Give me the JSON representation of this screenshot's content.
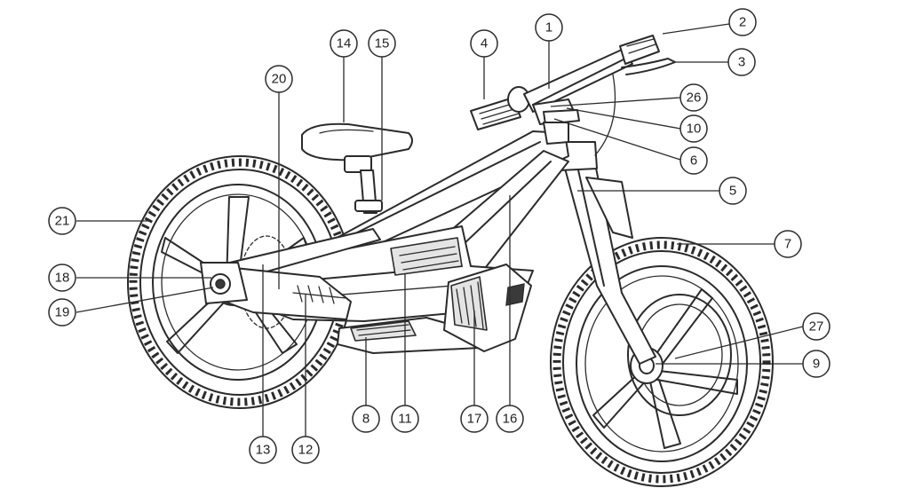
{
  "callouts": [
    {
      "id": "c1",
      "label": "1",
      "part": "handlebar"
    },
    {
      "id": "c2",
      "label": "2",
      "part": "right-grip"
    },
    {
      "id": "c3",
      "label": "3",
      "part": "brake-lever"
    },
    {
      "id": "c4",
      "label": "4",
      "part": "left-grip"
    },
    {
      "id": "c5",
      "label": "5",
      "part": "front-fork"
    },
    {
      "id": "c6",
      "label": "6",
      "part": "headset"
    },
    {
      "id": "c7",
      "label": "7",
      "part": "front-tire"
    },
    {
      "id": "c8",
      "label": "8",
      "part": "footpeg"
    },
    {
      "id": "c9",
      "label": "9",
      "part": "front-hub"
    },
    {
      "id": "c10",
      "label": "10",
      "part": "stem-clamp"
    },
    {
      "id": "c11",
      "label": "11",
      "part": "main-frame"
    },
    {
      "id": "c12",
      "label": "12",
      "part": "swingarm"
    },
    {
      "id": "c13",
      "label": "13",
      "part": "chain-guard"
    },
    {
      "id": "c14",
      "label": "14",
      "part": "seat"
    },
    {
      "id": "c15",
      "label": "15",
      "part": "seat-post"
    },
    {
      "id": "c16",
      "label": "16",
      "part": "down-tube"
    },
    {
      "id": "c17",
      "label": "17",
      "part": "battery"
    },
    {
      "id": "c18",
      "label": "18",
      "part": "rear-axle"
    },
    {
      "id": "c19",
      "label": "19",
      "part": "rear-hub"
    },
    {
      "id": "c20",
      "label": "20",
      "part": "seat-stay"
    },
    {
      "id": "c21",
      "label": "21",
      "part": "rear-tire"
    },
    {
      "id": "c26",
      "label": "26",
      "part": "throttle"
    },
    {
      "id": "c27",
      "label": "27",
      "part": "brake-rotor"
    }
  ]
}
